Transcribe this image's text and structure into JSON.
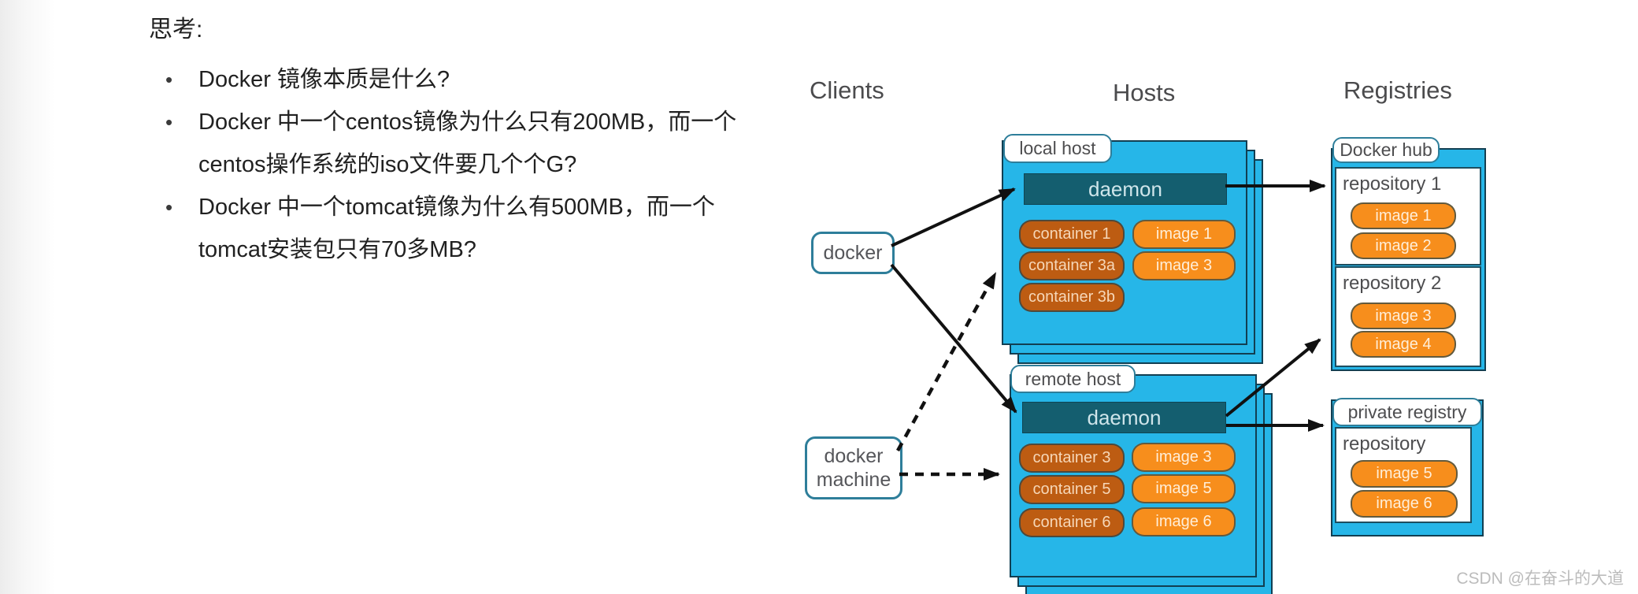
{
  "page": {
    "title": "思考:",
    "bullets": [
      {
        "lines": [
          "Docker 镜像本质是什么?"
        ]
      },
      {
        "lines": [
          "Docker 中一个centos镜像为什么只有200MB，而一个",
          "centos操作系统的iso文件要几个个G?"
        ]
      },
      {
        "lines": [
          "Docker 中一个tomcat镜像为什么有500MB，而一个",
          "tomcat安装包只有70多MB?"
        ]
      }
    ],
    "watermark": "CSDN @在奋斗的大道"
  },
  "diagram": {
    "column_headers": {
      "clients": "Clients",
      "hosts": "Hosts",
      "registries": "Registries"
    },
    "clients": {
      "docker": "docker",
      "docker_machine": "docker machine"
    },
    "local_host": {
      "label": "local host",
      "daemon": "daemon",
      "containers": [
        "container 1",
        "container 3a",
        "container 3b"
      ],
      "images": [
        "image 1",
        "image 3"
      ]
    },
    "remote_host": {
      "label": "remote host",
      "daemon": "daemon",
      "containers": [
        "container 3",
        "container 5",
        "container 6"
      ],
      "images": [
        "image 3",
        "image 5",
        "image 6"
      ]
    },
    "docker_hub": {
      "label": "Docker hub",
      "repositories": [
        {
          "name": "repository 1",
          "images": [
            "image 1",
            "image 2"
          ]
        },
        {
          "name": "repository 2",
          "images": [
            "image 3",
            "image 4"
          ]
        }
      ]
    },
    "private_registry": {
      "label": "private registry",
      "repository": {
        "name": "repository",
        "images": [
          "image 5",
          "image 6"
        ]
      }
    },
    "colors": {
      "host_fill": "#26b6e8",
      "daemon_fill": "#145e6f",
      "container_fill": "#bd5c12",
      "image_fill": "#f78e1c",
      "label_border": "#2e7e9a",
      "arrow": "#111111"
    }
  }
}
